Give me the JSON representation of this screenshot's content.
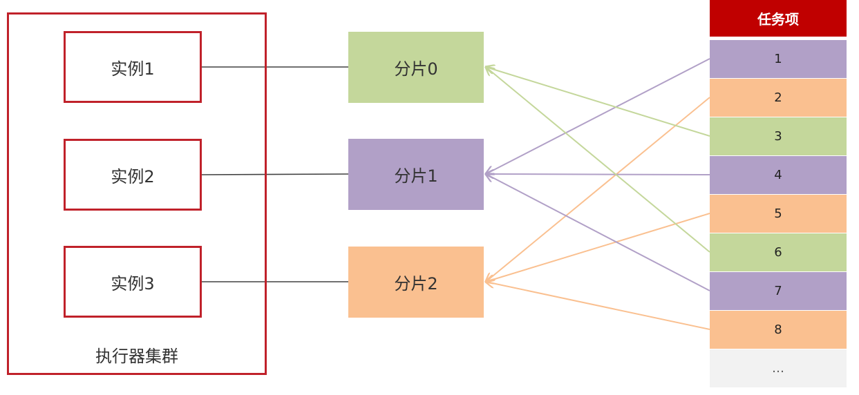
{
  "cluster": {
    "label": "执行器集群"
  },
  "instances": [
    {
      "label": "实例1"
    },
    {
      "label": "实例2"
    },
    {
      "label": "实例3"
    }
  ],
  "shards": [
    {
      "label": "分片0",
      "color": "#c4d79b"
    },
    {
      "label": "分片1",
      "color": "#b1a0c7"
    },
    {
      "label": "分片2",
      "color": "#fac090"
    }
  ],
  "tasks": {
    "header": "任务项",
    "header_color": "#c00000",
    "items": [
      {
        "label": "1",
        "shard": 1
      },
      {
        "label": "2",
        "shard": 2
      },
      {
        "label": "3",
        "shard": 0
      },
      {
        "label": "4",
        "shard": 1
      },
      {
        "label": "5",
        "shard": 2
      },
      {
        "label": "6",
        "shard": 0
      },
      {
        "label": "7",
        "shard": 1
      },
      {
        "label": "8",
        "shard": 2
      },
      {
        "label": "…",
        "shard": null
      }
    ],
    "more_color": "#f2f2f2"
  },
  "colors": {
    "border_red": "#c0212a",
    "link_gray": "#404040"
  }
}
